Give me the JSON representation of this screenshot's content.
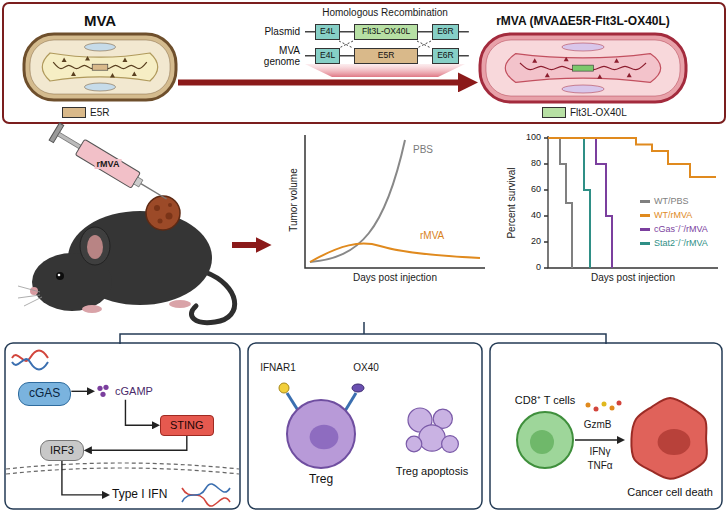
{
  "diagram": {
    "nodes": [
      {
        "text": [
          "MVA"
        ]
      },
      {
        "text": [
          "Plasmid"
        ]
      },
      {
        "text": [
          "E4L"
        ],
        "in": 1
      },
      {
        "text": [
          "Flt3L-OX40L"
        ],
        "in": 1
      },
      {
        "text": [
          "E6R"
        ],
        "in": 1
      },
      {
        "text": [
          "MVA genome"
        ]
      },
      {
        "text": [
          "E4L"
        ],
        "in": 5
      },
      {
        "text": [
          "E5R"
        ],
        "in": 5
      },
      {
        "text": [
          "E6R"
        ],
        "in": 5
      },
      {
        "text": [
          "rMVA (MVAΔE5R-Flt3L-OX40L)"
        ]
      },
      {
        "text": [
          "cGAS"
        ]
      },
      {
        "text": [
          "cGAMP"
        ]
      },
      {
        "text": [
          "STING"
        ]
      },
      {
        "text": [
          "IRF3"
        ]
      },
      {
        "text": [
          "Type I IFN"
        ]
      },
      {
        "text": [
          "Treg"
        ]
      },
      {
        "text": [
          "Treg apoptosis"
        ]
      },
      {
        "text": [
          "CD8⁺ T cells"
        ]
      },
      {
        "text": [
          "Cancer cell death"
        ]
      }
    ],
    "edges": [
      {
        "from": 0,
        "to": 9,
        "arrow": "to"
      },
      {
        "from": 10,
        "to": 11,
        "arrow": "to"
      },
      {
        "from": 11,
        "to": 12,
        "arrow": "to"
      },
      {
        "from": 12,
        "to": 13,
        "arrow": "to"
      },
      {
        "from": 13,
        "to": 14,
        "arrow": "to"
      },
      {
        "from": 17,
        "to": 18,
        "label": "GzmB",
        "arrow": "to"
      }
    ],
    "labels": [
      "Homologous Recombination",
      "rMVA",
      "Tumor volume",
      "PBS",
      "rMVA",
      "Days post injection",
      "Percent survival",
      "100",
      "80",
      "60",
      "40",
      "20",
      "0",
      "Days post injection",
      "IFNAR1",
      "OX40",
      "IFNγ",
      "TNFα"
    ],
    "legend": [
      {
        "text": "E5R",
        "color": "#d9b98a"
      },
      {
        "text": "Flt3L-OX40L",
        "color": "#b7e0a4"
      },
      {
        "text": "WT/PBS",
        "color": "#808080"
      },
      {
        "text": "WT/rMVA",
        "color": "#e08a1e"
      },
      {
        "text": "cGas⁻/⁻/rMVA",
        "color": "#7b3f9e"
      },
      {
        "text": "Stat2⁻/⁻/rMVA",
        "color": "#2f8f86"
      }
    ]
  }
}
